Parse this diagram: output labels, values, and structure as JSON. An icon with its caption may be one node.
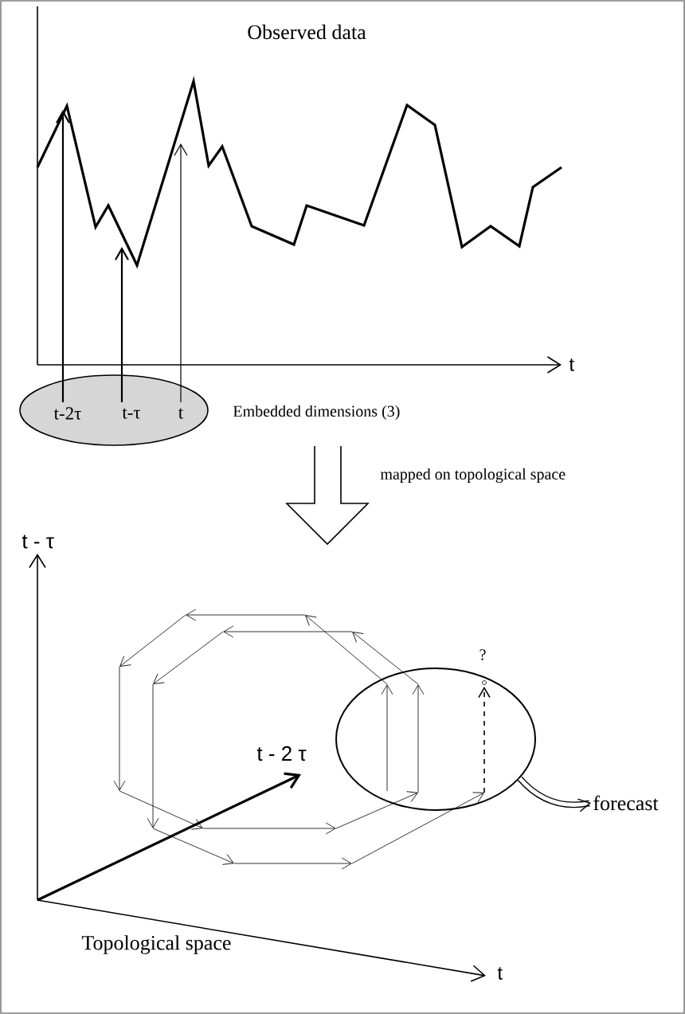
{
  "diagram": {
    "nodes": [
      {
        "text": [
          "t-2τ",
          "t-τ",
          "t"
        ]
      },
      {
        "text": [],
        "shape": "circle"
      },
      {
        "text": [
          "forecast"
        ]
      }
    ],
    "edges": [
      {
        "from": 0,
        "to": null,
        "arrow": "to"
      },
      {
        "from": 0,
        "to": null,
        "arrow": "to"
      },
      {
        "from": 0,
        "to": null,
        "arrow": "to"
      },
      {
        "from": 1,
        "to": 2,
        "arrow": "to",
        "style": "thick"
      }
    ],
    "labels": [
      "Observed data",
      "t",
      "Embedded dimensions (3)",
      "mapped on topological space",
      "t - τ",
      "?",
      "t - 2 τ",
      "t",
      "Topological space"
    ]
  }
}
